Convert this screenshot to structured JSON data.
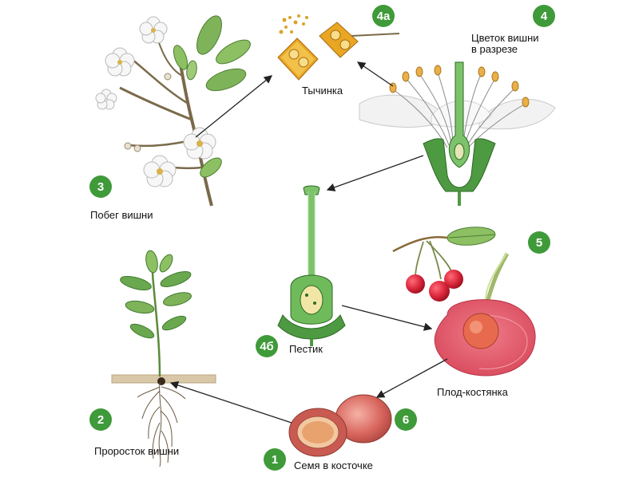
{
  "stages": [
    {
      "id": "1",
      "badge": "1",
      "label": "Семя в косточке"
    },
    {
      "id": "2",
      "badge": "2",
      "label": "Проросток вишни"
    },
    {
      "id": "3",
      "badge": "3",
      "label": "Побег вишни"
    },
    {
      "id": "4",
      "badge": "4",
      "label_line1": "Цветок вишни",
      "label_line2": "в разрезе"
    },
    {
      "id": "4a",
      "badge": "4а",
      "label": "Тычинка"
    },
    {
      "id": "4b",
      "badge": "4б",
      "label": "Пестик"
    },
    {
      "id": "5",
      "badge": "5",
      "label": "Плод-костянка"
    },
    {
      "id": "6",
      "badge": "6"
    }
  ],
  "colors": {
    "badge": "#3f9a3a",
    "leaf": "#6aa84f",
    "leaf_dark": "#3e7a2e",
    "stem": "#7a8a5a",
    "petal": "#f4f4f4",
    "anther": "#e7a21a",
    "cherry": "#d9263a",
    "drupe_flesh": "#e8566a",
    "pistil": "#7cc26a",
    "soil": "#d9c8a8",
    "arrow": "#222222"
  }
}
